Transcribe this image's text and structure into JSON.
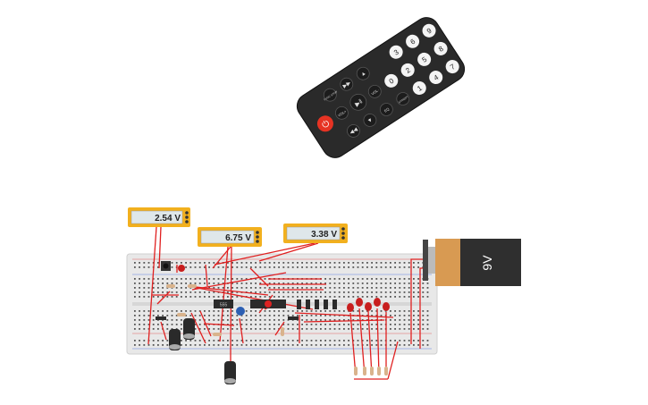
{
  "multimeters": [
    {
      "id": "meter-1",
      "reading": "2.54 V"
    },
    {
      "id": "meter-2",
      "reading": "6.75 V"
    },
    {
      "id": "meter-3",
      "reading": "3.38 V"
    }
  ],
  "battery": {
    "label": "9V"
  },
  "ic": {
    "label": "555"
  },
  "remote": {
    "digits": [
      "0",
      "1",
      "2",
      "3",
      "4",
      "5",
      "6",
      "7",
      "8",
      "9"
    ],
    "func_labels": [
      "FUNC STOP",
      "VOL+",
      "VOL-",
      "ST/REPT",
      "EQ"
    ],
    "power_symbol": "⏻"
  },
  "colors": {
    "wire": "#e02020",
    "meter_frame": "#f2b01e",
    "battery_top": "#d89a52",
    "battery_body": "#2f2f2f",
    "breadboard": "#e8e8e8",
    "remote_body": "#2a2a2a",
    "power_button": "#e63323",
    "led_red": "#c81e1e"
  }
}
